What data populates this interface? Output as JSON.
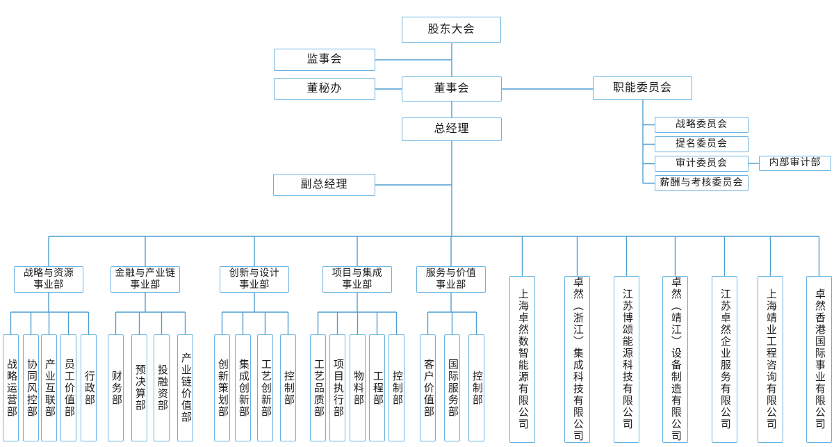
{
  "org_chart": {
    "colors": {
      "line": "#4e9ed2",
      "box_border": "#67b2e2",
      "text": "#1a1a1a"
    },
    "top": {
      "shareholders_meeting": "股东大会",
      "supervisory_board": "监事会",
      "board_secretary_office": "董秘办",
      "board_of_directors": "董事会",
      "functional_committee": "职能委员会",
      "general_manager": "总经理",
      "deputy_general_manager": "副总经理",
      "internal_audit_dept": "内部审计部",
      "committees": [
        {
          "label": "战略委员会"
        },
        {
          "label": "提名委员会"
        },
        {
          "label": "审计委员会"
        },
        {
          "label": "薪酬与考核委员会"
        }
      ]
    },
    "divisions": [
      {
        "label": "战略与资源事业部",
        "lines": [
          "战略与资源",
          "事业部"
        ],
        "departments": [
          "战略运营部",
          "协同风控部",
          "产业互联部",
          "员工价值部",
          "行政部"
        ]
      },
      {
        "label": "金融与产业链事业部",
        "lines": [
          "金融与产业链",
          "事业部"
        ],
        "departments": [
          "财务部",
          "预决算部",
          "投融资部",
          "产业链价值部"
        ]
      },
      {
        "label": "创新与设计事业部",
        "lines": [
          "创新与设计",
          "事业部"
        ],
        "departments": [
          "创新策划部",
          "集成创新部",
          "工艺创新部",
          "控制部"
        ]
      },
      {
        "label": "项目与集成事业部",
        "lines": [
          "项目与集成",
          "事业部"
        ],
        "departments": [
          "工艺品质部",
          "项目执行部",
          "物料部",
          "工程部",
          "控制部"
        ]
      },
      {
        "label": "服务与价值事业部",
        "lines": [
          "服务与价值",
          "事业部"
        ],
        "departments": [
          "客户价值部",
          "国际服务部",
          "控制部"
        ]
      }
    ],
    "subsidiaries": [
      "上海卓然数智能源有限公司",
      "卓然（浙江）集成科技有限公司",
      "江苏博颂能源科技有限公司",
      "卓然（靖江）设备制造有限公司",
      "江苏卓然企业服务有限公司",
      "上海靖业工程咨询有限公司",
      "卓然香港国际事业有限公司"
    ]
  }
}
